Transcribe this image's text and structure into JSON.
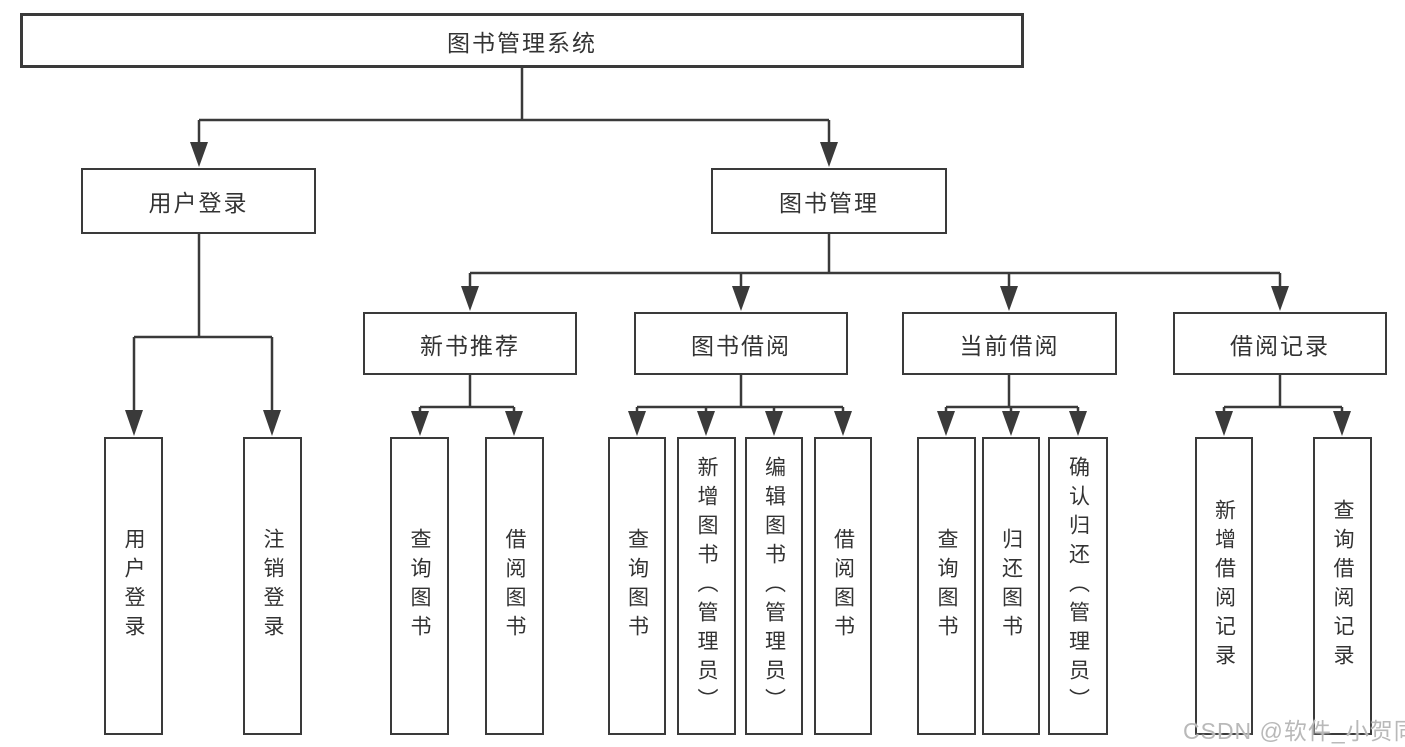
{
  "diagram": {
    "title": "图书管理系统",
    "nodes": {
      "root": "图书管理系统",
      "user_login": "用户登录",
      "book_management": "图书管理",
      "new_book_recommend": "新书推荐",
      "book_borrow": "图书借阅",
      "current_borrow": "当前借阅",
      "borrow_record": "借阅记录",
      "leaves": {
        "user_login": [
          "用户登录",
          "注销登录"
        ],
        "new_book_recommend": [
          "查询图书",
          "借阅图书"
        ],
        "book_borrow": [
          "查询图书",
          "新增图书（管理员）",
          "编辑图书（管理员）",
          "借阅图书"
        ],
        "current_borrow": [
          "查询图书",
          "归还图书",
          "确认归还（管理员）"
        ],
        "borrow_record": [
          "新增借阅记录",
          "查询借阅记录"
        ]
      }
    }
  },
  "watermark": {
    "text": "CSDN @软件_小贺同学",
    "color": "#b9b9b9"
  },
  "colors": {
    "line": "#3a3a3a",
    "text": "#333333",
    "background": "#ffffff"
  }
}
